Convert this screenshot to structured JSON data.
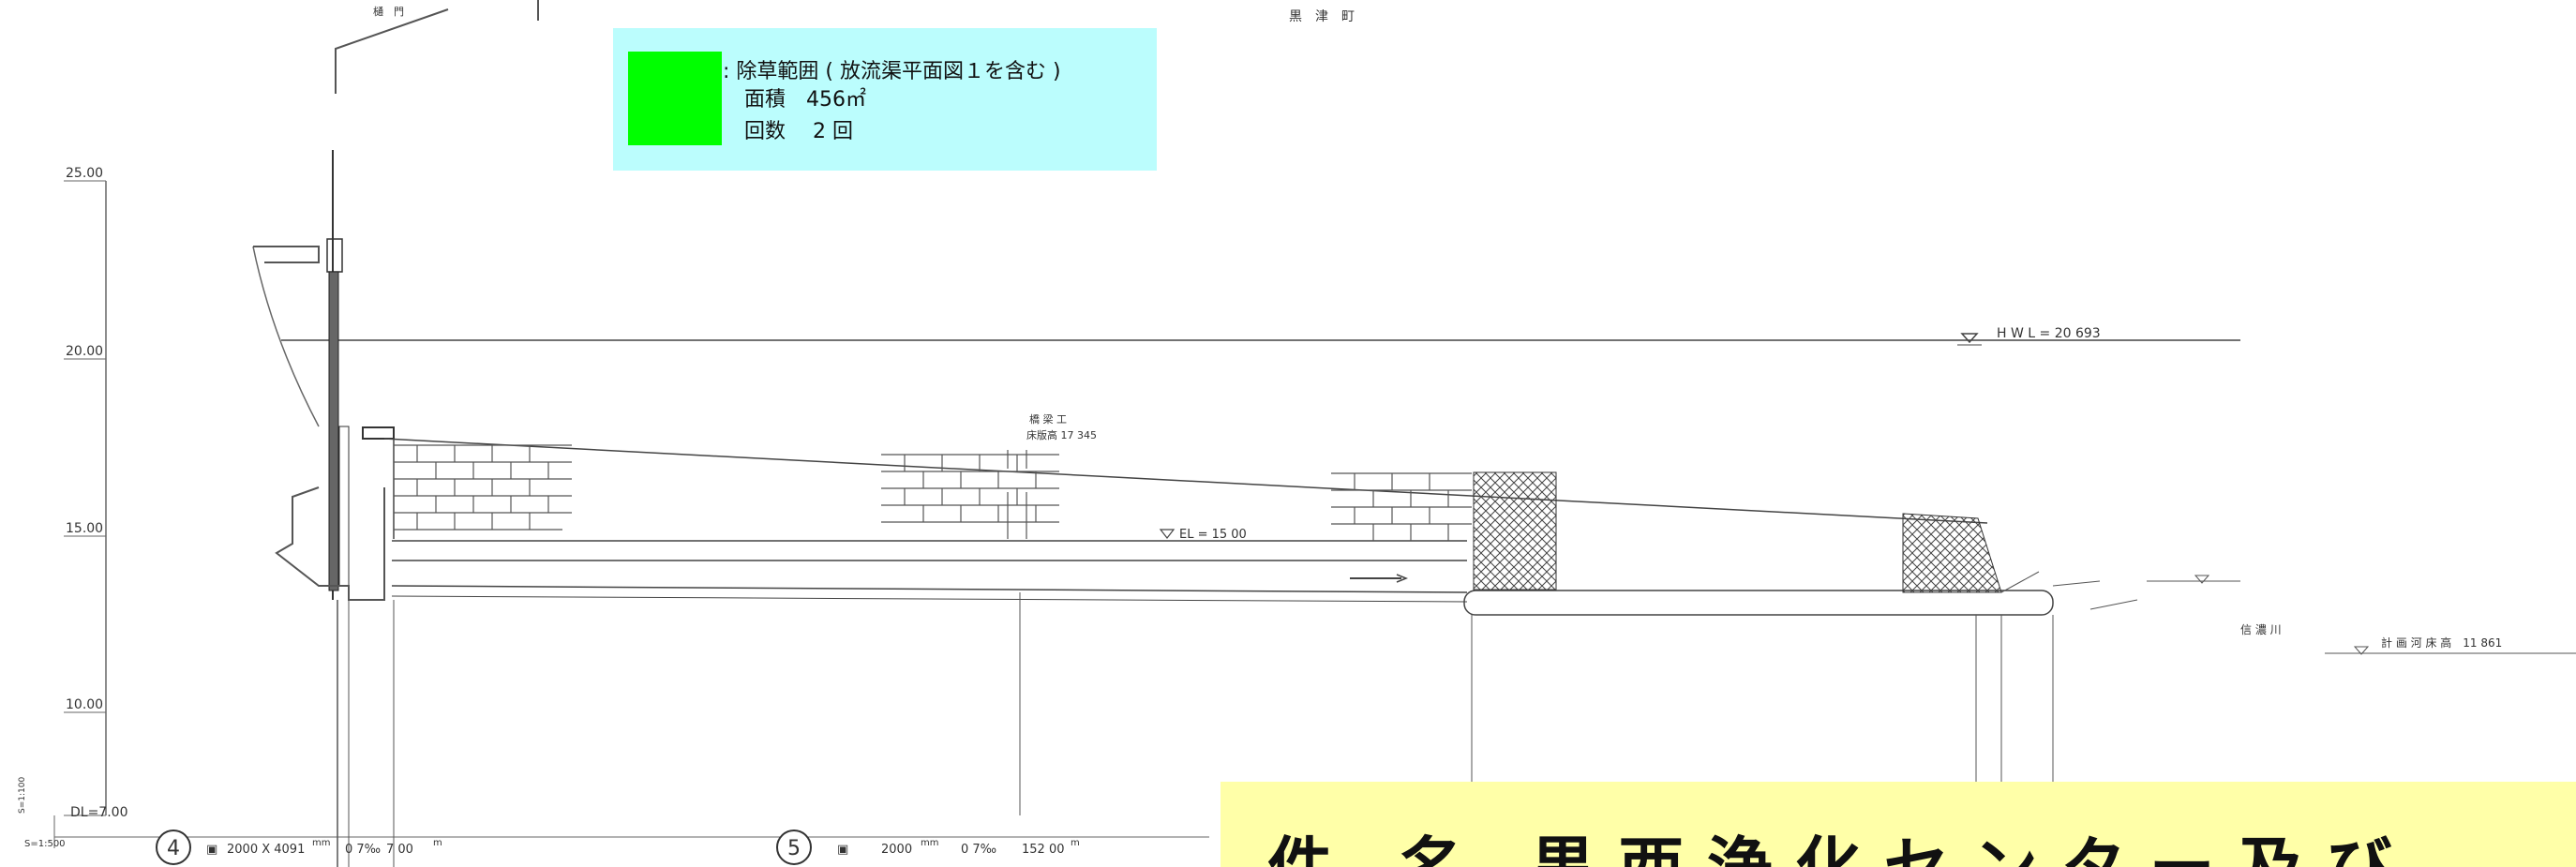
{
  "legend": {
    "swatch_color": "#00ff00",
    "line1": ": 除草範囲 ( 放流渠平面図１を含む )",
    "line2": "面積　456㎡",
    "line3": "回数　 2 回"
  },
  "top_labels": {
    "gate": "樋　門",
    "town": "黒　津　町"
  },
  "elevation_scale": {
    "ticks": [
      "25.00",
      "20.00",
      "15.00",
      "10.00"
    ],
    "datum": "DL=7.00",
    "scale_v": "S=1:100",
    "scale_h": "S=1:500"
  },
  "annotations": {
    "hwl": "H W L = 20 693",
    "bridge_title": "橋 梁 工",
    "bridge_sub": "床版高 17 345",
    "el": "EL = 15 00",
    "river": "信 濃 川",
    "planned_bed": "計 画 河 床 高　11 861"
  },
  "sections": {
    "s4_number": "4",
    "s4_text": "2000 X 4091",
    "s4_unit": "mm",
    "s4_slope": "0 7‰",
    "s4_len": "7 00",
    "s4_len_unit": "m",
    "s5_number": "5",
    "s5_text": "2000",
    "s5_unit": "mm",
    "s5_slope": "0 7‰",
    "s5_len": "152 00",
    "s5_len_unit": "m"
  },
  "bottom_banner": {
    "text": "件　名　黒 西 浄 化 セ ン タ ー 及 び"
  }
}
